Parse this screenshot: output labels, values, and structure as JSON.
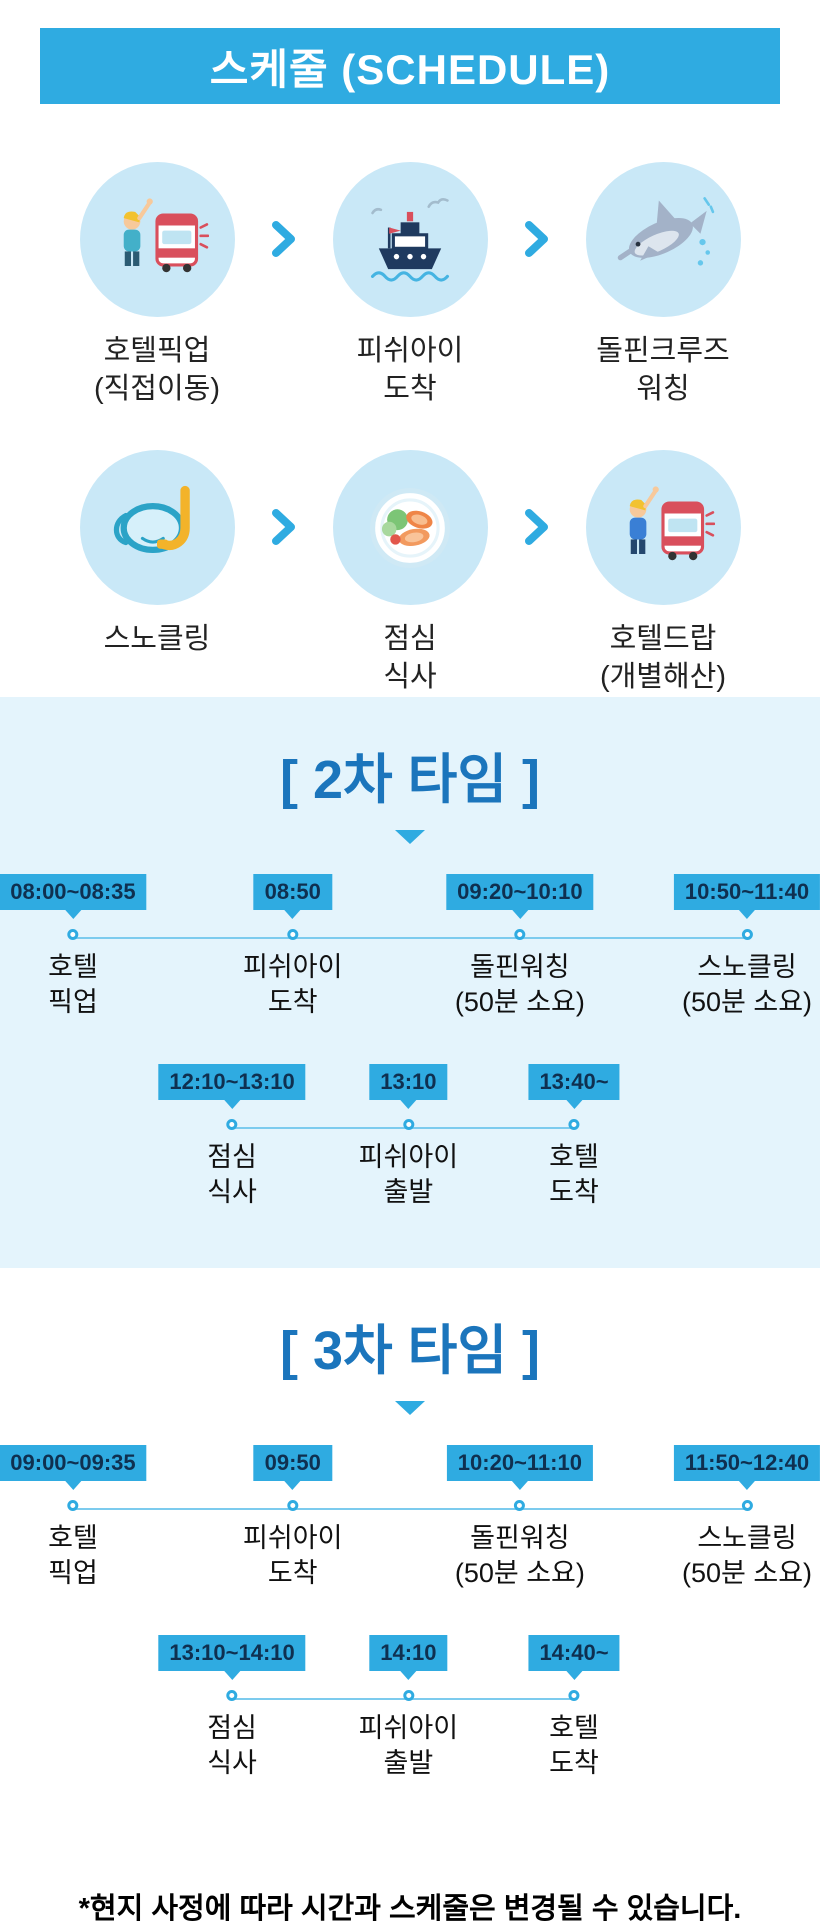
{
  "header": {
    "title": "스케줄 (SCHEDULE)"
  },
  "flow": {
    "rows": [
      {
        "steps": [
          {
            "icon": "bus-pickup-icon",
            "label": "호텔픽업\n(직접이동)"
          },
          {
            "icon": "ship-icon",
            "label": "피쉬아이\n도착"
          },
          {
            "icon": "dolphin-icon",
            "label": "돌핀크루즈\n워칭"
          }
        ]
      },
      {
        "steps": [
          {
            "icon": "snorkel-icon",
            "label": "스노클링"
          },
          {
            "icon": "meal-icon",
            "label": "점심\n식사"
          },
          {
            "icon": "bus-drop-icon",
            "label": "호텔드랍\n(개별해산)"
          }
        ]
      }
    ]
  },
  "sections": [
    {
      "title": "[ 2차 타임 ]",
      "rows": [
        {
          "items": [
            {
              "time": "08:00~08:35",
              "label": "호텔\n픽업"
            },
            {
              "time": "08:50",
              "label": "피쉬아이\n도착"
            },
            {
              "time": "09:20~10:10",
              "label": "돌핀워칭\n(50분 소요)"
            },
            {
              "time": "10:50~11:40",
              "label": "스노클링\n(50분 소요)"
            }
          ]
        },
        {
          "items": [
            {
              "time": "12:10~13:10",
              "label": "점심\n식사"
            },
            {
              "time": "13:10",
              "label": "피쉬아이\n출발"
            },
            {
              "time": "13:40~",
              "label": "호텔\n도착"
            }
          ]
        }
      ]
    },
    {
      "title": "[ 3차 타임 ]",
      "rows": [
        {
          "items": [
            {
              "time": "09:00~09:35",
              "label": "호텔\n픽업"
            },
            {
              "time": "09:50",
              "label": "피쉬아이\n도착"
            },
            {
              "time": "10:20~11:10",
              "label": "돌핀워칭\n(50분 소요)"
            },
            {
              "time": "11:50~12:40",
              "label": "스노클링\n(50분 소요)"
            }
          ]
        },
        {
          "items": [
            {
              "time": "13:10~14:10",
              "label": "점심\n식사"
            },
            {
              "time": "14:10",
              "label": "피쉬아이\n출발"
            },
            {
              "time": "14:40~",
              "label": "호텔\n도착"
            }
          ]
        }
      ]
    }
  ],
  "footer": {
    "note": "*현지 사정에 따라 시간과 스케줄은 변경될 수 있습니다."
  },
  "colors": {
    "accent": "#2fabe1",
    "title_blue": "#1b75bc",
    "section_bg": "#e4f4fc",
    "badge_text": "#0f3050",
    "circle_bg": "#c9e8f7",
    "timeline_line": "#7ccbee"
  }
}
